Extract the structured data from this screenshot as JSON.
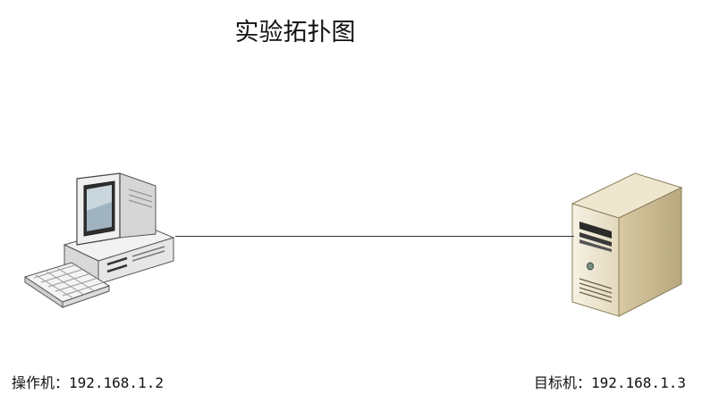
{
  "diagram": {
    "title": "实验拓扑图",
    "nodes": [
      {
        "id": "operator",
        "icon": "desktop-computer-icon",
        "label": "操作机：192.168.1.2"
      },
      {
        "id": "target",
        "icon": "server-tower-icon",
        "label": "目标机：192.168.1.3"
      }
    ],
    "edges": [
      {
        "from": "operator",
        "to": "target"
      }
    ]
  }
}
